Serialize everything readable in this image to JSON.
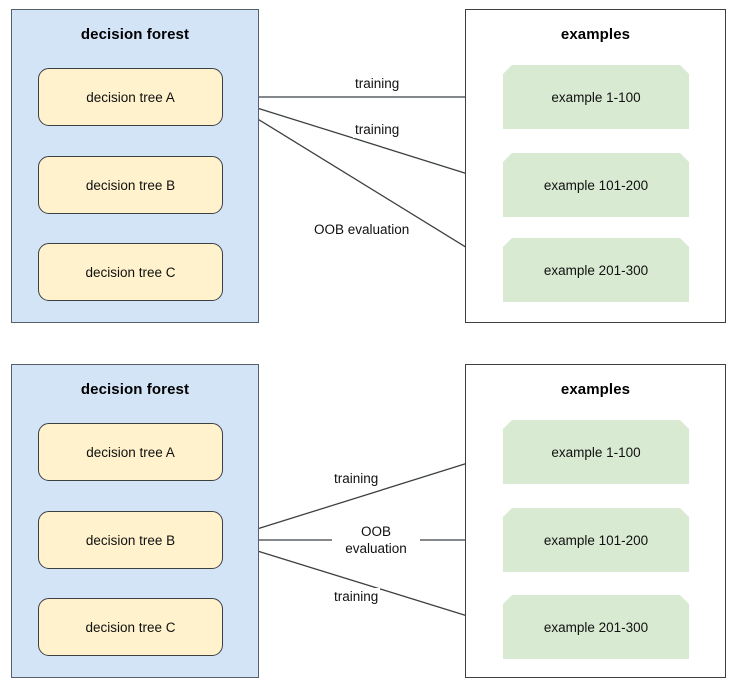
{
  "diagram": {
    "type": "flow-diagram",
    "title_semantic": "out-of-bag-evaluation-decision-forest",
    "colors": {
      "forest_fill": "#d4e4f7",
      "forest_stroke": "#56606b",
      "examples_fill": "#ffffff",
      "examples_stroke": "#3c4043",
      "tree_fill": "#fff2cc",
      "tree_stroke": "#3c4043",
      "example_fill": "#d9ead3",
      "example_stroke": "#3c4043",
      "edge_stroke": "#3c4043",
      "text": "#101010",
      "background": "#ffffff"
    }
  },
  "panels": [
    {
      "id": "panel-top",
      "forest": {
        "title": "decision forest",
        "trees": [
          {
            "id": "tree-a",
            "label": "decision tree A"
          },
          {
            "id": "tree-b",
            "label": "decision tree B"
          },
          {
            "id": "tree-c",
            "label": "decision tree C"
          }
        ],
        "active_tree": "decision tree A"
      },
      "examples": {
        "title": "examples",
        "items": [
          {
            "id": "example-1",
            "label": "example 1-100"
          },
          {
            "id": "example-2",
            "label": "example 101-200"
          },
          {
            "id": "example-3",
            "label": "example 201-300"
          }
        ]
      },
      "edges": [
        {
          "id": "edge-t1",
          "from": "decision tree A",
          "to": "example 1-100",
          "label": "training"
        },
        {
          "id": "edge-t2",
          "from": "decision tree A",
          "to": "example 101-200",
          "label": "training"
        },
        {
          "id": "edge-t3",
          "from": "decision tree A",
          "to": "example 201-300",
          "label": "OOB evaluation"
        }
      ]
    },
    {
      "id": "panel-bottom",
      "forest": {
        "title": "decision forest",
        "trees": [
          {
            "id": "tree-a",
            "label": "decision tree A"
          },
          {
            "id": "tree-b",
            "label": "decision tree B"
          },
          {
            "id": "tree-c",
            "label": "decision tree C"
          }
        ],
        "active_tree": "decision tree B"
      },
      "examples": {
        "title": "examples",
        "items": [
          {
            "id": "example-1",
            "label": "example 1-100"
          },
          {
            "id": "example-2",
            "label": "example 101-200"
          },
          {
            "id": "example-3",
            "label": "example 201-300"
          }
        ]
      },
      "edges": [
        {
          "id": "edge-b1",
          "from": "decision tree B",
          "to": "example 1-100",
          "label": "training"
        },
        {
          "id": "edge-b2",
          "from": "decision tree B",
          "to": "example 101-200",
          "label_line1": "OOB",
          "label_line2": "evaluation",
          "label": "OOB evaluation"
        },
        {
          "id": "edge-b3",
          "from": "decision tree B",
          "to": "example 201-300",
          "label": "training"
        }
      ]
    }
  ]
}
